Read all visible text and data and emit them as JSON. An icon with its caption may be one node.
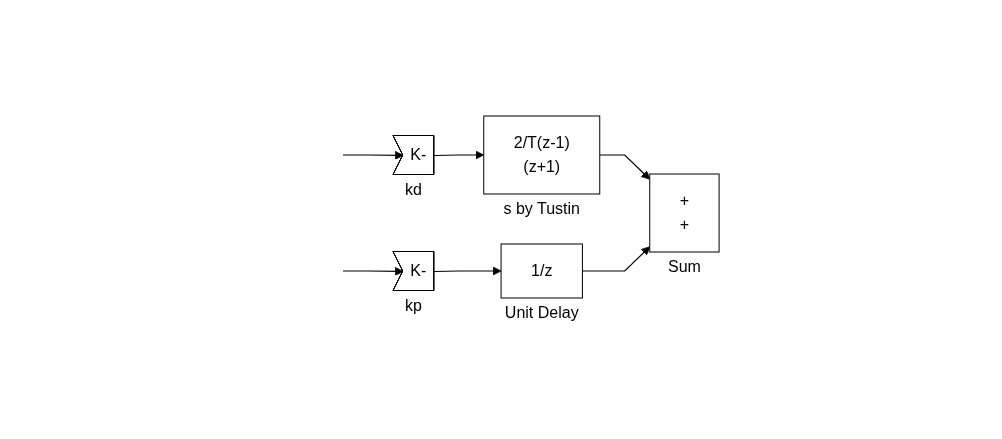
{
  "diagram": {
    "nodes": [
      {
        "text": [
          "K-"
        ],
        "beside": [
          "kd"
        ]
      },
      {
        "text": [
          "2/T(z-1)",
          "(z+1)"
        ],
        "beside": [
          "s by Tustin"
        ]
      },
      {
        "text": [
          "+",
          "+"
        ],
        "beside": [
          "Sum"
        ]
      },
      {
        "text": [
          "K-"
        ],
        "beside": [
          "kp"
        ]
      },
      {
        "text": [
          "1/z"
        ],
        "beside": [
          "Unit Delay"
        ]
      }
    ],
    "edges": [
      {
        "from": null,
        "to": 0,
        "arrow": "to"
      },
      {
        "from": 0,
        "to": 1,
        "arrow": "to"
      },
      {
        "from": 1,
        "to": 2,
        "arrow": "to"
      },
      {
        "from": null,
        "to": 3,
        "arrow": "to"
      },
      {
        "from": 3,
        "to": 4,
        "arrow": "to"
      },
      {
        "from": 4,
        "to": 2,
        "arrow": "to"
      }
    ]
  }
}
